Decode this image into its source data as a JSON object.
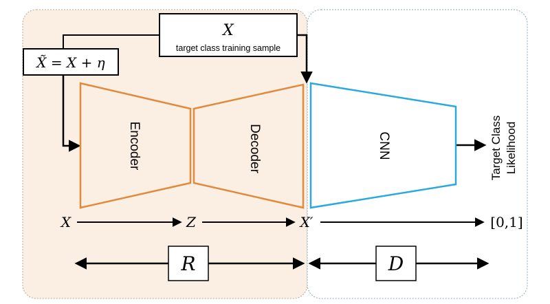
{
  "input_box": {
    "symbol": "X",
    "caption": "target class training sample"
  },
  "noise_box": {
    "formula_lhs": "X̃",
    "formula_rhs": " = X + η"
  },
  "autoencoder": {
    "encoder_label": "Encoder",
    "decoder_label": "Decoder",
    "color": "#e08a3c"
  },
  "classifier": {
    "cnn_label": "CNN",
    "color": "#29a9dd",
    "output_line1": "Target Class",
    "output_line2": "Likelihood"
  },
  "flow": {
    "input": "X",
    "latent": "Z",
    "reconstruction": "X′",
    "output_range": "[0,1]"
  },
  "regions": {
    "left_symbol": "R",
    "right_symbol": "D",
    "left_fill": "#fbeee3"
  }
}
